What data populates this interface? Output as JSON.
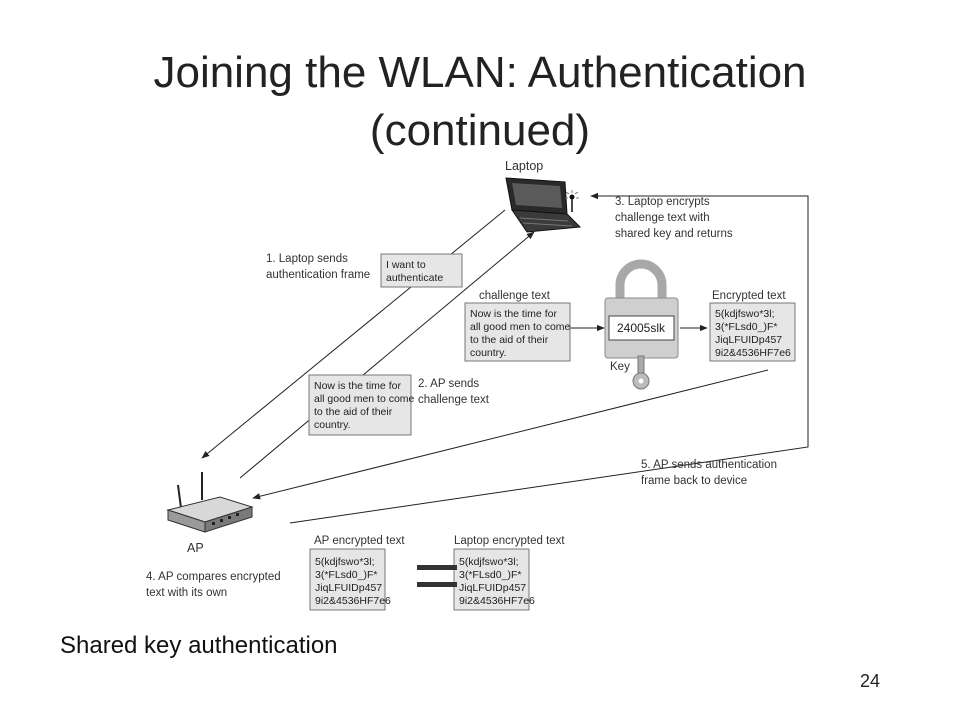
{
  "slide": {
    "title_line1": "Joining the WLAN: Authentication",
    "title_line2": "(continued)",
    "caption": "Shared key authentication",
    "page_number": "24"
  },
  "diagram": {
    "laptop_label": "Laptop",
    "ap_label": "AP",
    "step1": [
      "1. Laptop sends",
      "authentication frame"
    ],
    "step1_box": [
      "I want to",
      "authenticate"
    ],
    "step2": [
      "2. AP sends",
      "challenge text"
    ],
    "step2_box": [
      "Now is the time for",
      "all good men to come",
      "to the aid of their",
      "country."
    ],
    "step3": [
      "3. Laptop encrypts",
      "challenge text with",
      "shared key and returns"
    ],
    "challenge_label": "challenge text",
    "challenge_box": [
      "Now is the time for",
      "all good men to come",
      "to the aid of their",
      "country."
    ],
    "lock_text": "24005slk",
    "key_label": "Key",
    "encrypted_label": "Encrypted text",
    "encrypted_box": [
      "5(kdjfswo*3l;",
      "3(*FLsd0_)F*",
      "JiqLFUIDp457",
      "9i2&4536HF7e6"
    ],
    "step4": [
      "4. AP compares encrypted",
      "text with its own"
    ],
    "step5": [
      "5. AP sends authentication",
      "frame back to device"
    ],
    "ap_encrypted_label": "AP encrypted text",
    "ap_encrypted_box": [
      "5(kdjfswo*3l;",
      "3(*FLsd0_)F*",
      "JiqLFUIDp457",
      "9i2&4536HF7e6"
    ],
    "laptop_encrypted_label": "Laptop encrypted text",
    "laptop_encrypted_box": [
      "5(kdjfswo*3l;",
      "3(*FLsd0_)F*",
      "JiqLFUIDp457",
      "9i2&4536HF7e6"
    ],
    "colors": {
      "box_fill": "#e6e6e6",
      "box_stroke": "#777777",
      "lock_fill": "#cfcfcf",
      "arrow": "#222222"
    }
  }
}
